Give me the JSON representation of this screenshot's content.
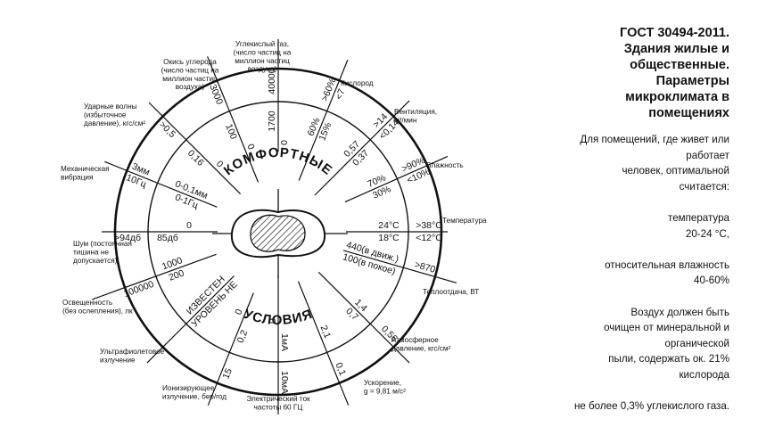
{
  "title_lines": [
    "ГОСТ 30494-2011.",
    "Здания жилые и",
    "общественные.",
    "Параметры",
    "микроклимата в",
    "помещениях"
  ],
  "body_lines": [
    "Для помещений, где живет или",
    "работает",
    "человек, оптимальной",
    "считается:",
    "",
    "температура",
    "20-24 °С,",
    "",
    "относительная влажность",
    "40-60%",
    "",
    "Воздух должен быть",
    "очищен от минеральной и",
    "органической",
    "пыли, содержать ок. 21%",
    "кислорода",
    "",
    "не более 0,3% углекислого газа."
  ],
  "arc_labels": {
    "top": "КОМФОРТНЫЕ",
    "bottom": "УСЛОВИЯ"
  },
  "spokes": [
    {
      "id": "co2",
      "caption": [
        "Углекислый газ,",
        "(число частиц на",
        "миллион частиц",
        "воздуха)"
      ],
      "outer": [
        "40000"
      ],
      "inner": [
        "1700"
      ],
      "core": [
        "0"
      ]
    },
    {
      "id": "co",
      "caption": [
        "Окись углерода",
        "(число частиц на",
        "миллион частиц",
        "воздуха)"
      ],
      "outer": [
        "3000"
      ],
      "inner": [
        "100"
      ],
      "core": [
        "0"
      ]
    },
    {
      "id": "oxygen",
      "caption": [
        "Кислород"
      ],
      "outer": [
        ">60%",
        "<7"
      ],
      "inner": [
        "60%",
        "15%"
      ],
      "core": []
    },
    {
      "id": "shock",
      "caption": [
        "Ударные волны",
        "(избыточное",
        "давление), кгс/см²"
      ],
      "outer": [
        ">0,5"
      ],
      "inner": [
        "0,16"
      ],
      "core": [
        "0"
      ]
    },
    {
      "id": "ventilation",
      "caption": [
        "Вентиляция,",
        "м³/мин"
      ],
      "outer": [
        ">14",
        "<0,14"
      ],
      "inner": [
        "0,57",
        "0,37"
      ],
      "core": []
    },
    {
      "id": "humidity",
      "caption": [
        "Влажность"
      ],
      "outer": [
        ">90%",
        "<10%"
      ],
      "inner": [
        "70%",
        "30%"
      ],
      "core": []
    },
    {
      "id": "vibration",
      "caption": [
        "Механическая",
        "вибрация"
      ],
      "outer": [
        "10Гц",
        "3мм"
      ],
      "inner": [
        "0-1Гц",
        "0-0,1мм"
      ],
      "core": []
    },
    {
      "id": "temperature",
      "caption": [
        "Температура"
      ],
      "outer": [
        ">38°C",
        "<12°C"
      ],
      "inner": [
        "24°C",
        "18°C"
      ],
      "core": []
    },
    {
      "id": "noise",
      "caption": [
        "Шум (постоянная",
        "тишина не",
        "допускается)"
      ],
      "outer": [
        ">94дб"
      ],
      "inner": [
        "85дб"
      ],
      "core": [
        "0"
      ]
    },
    {
      "id": "heat",
      "caption": [
        "Теплоотдача, ВТ"
      ],
      "outer": [
        ">870"
      ],
      "inner": [
        "440(в движ.)",
        "100(в покое)"
      ],
      "core": []
    },
    {
      "id": "light",
      "caption": [
        "Освещенность",
        "(без ослепления), лк"
      ],
      "outer": [
        "100000"
      ],
      "inner": [
        "200",
        "1000"
      ],
      "core": []
    },
    {
      "id": "pressure",
      "caption": [
        "Атмосферное",
        "давление, кгс/см²"
      ],
      "outer": [
        "0,56"
      ],
      "inner": [
        "1,4",
        "0,7"
      ],
      "core": []
    },
    {
      "id": "uv",
      "caption": [
        "Ультрафиолетовое",
        "излучение"
      ],
      "outer": [],
      "inner": [
        "УРОВЕНЬ НЕ",
        "ИЗВЕСТЕН"
      ],
      "core": []
    },
    {
      "id": "accel",
      "caption": [
        "Ускорение,",
        "g = 9,81 м/с²"
      ],
      "outer": [
        "0,1"
      ],
      "inner": [
        "2,1"
      ],
      "core": []
    },
    {
      "id": "ionizing",
      "caption": [
        "Ионизирующее",
        "излучение, бер/год"
      ],
      "outer": [
        "15"
      ],
      "inner": [
        "0,2"
      ],
      "core": [
        "0"
      ]
    },
    {
      "id": "current",
      "caption": [
        "Электрический ток",
        "частоты 60 ГЦ"
      ],
      "outer": [
        "10мА"
      ],
      "inner": [
        "1мА"
      ],
      "core": [
        "0"
      ]
    }
  ]
}
